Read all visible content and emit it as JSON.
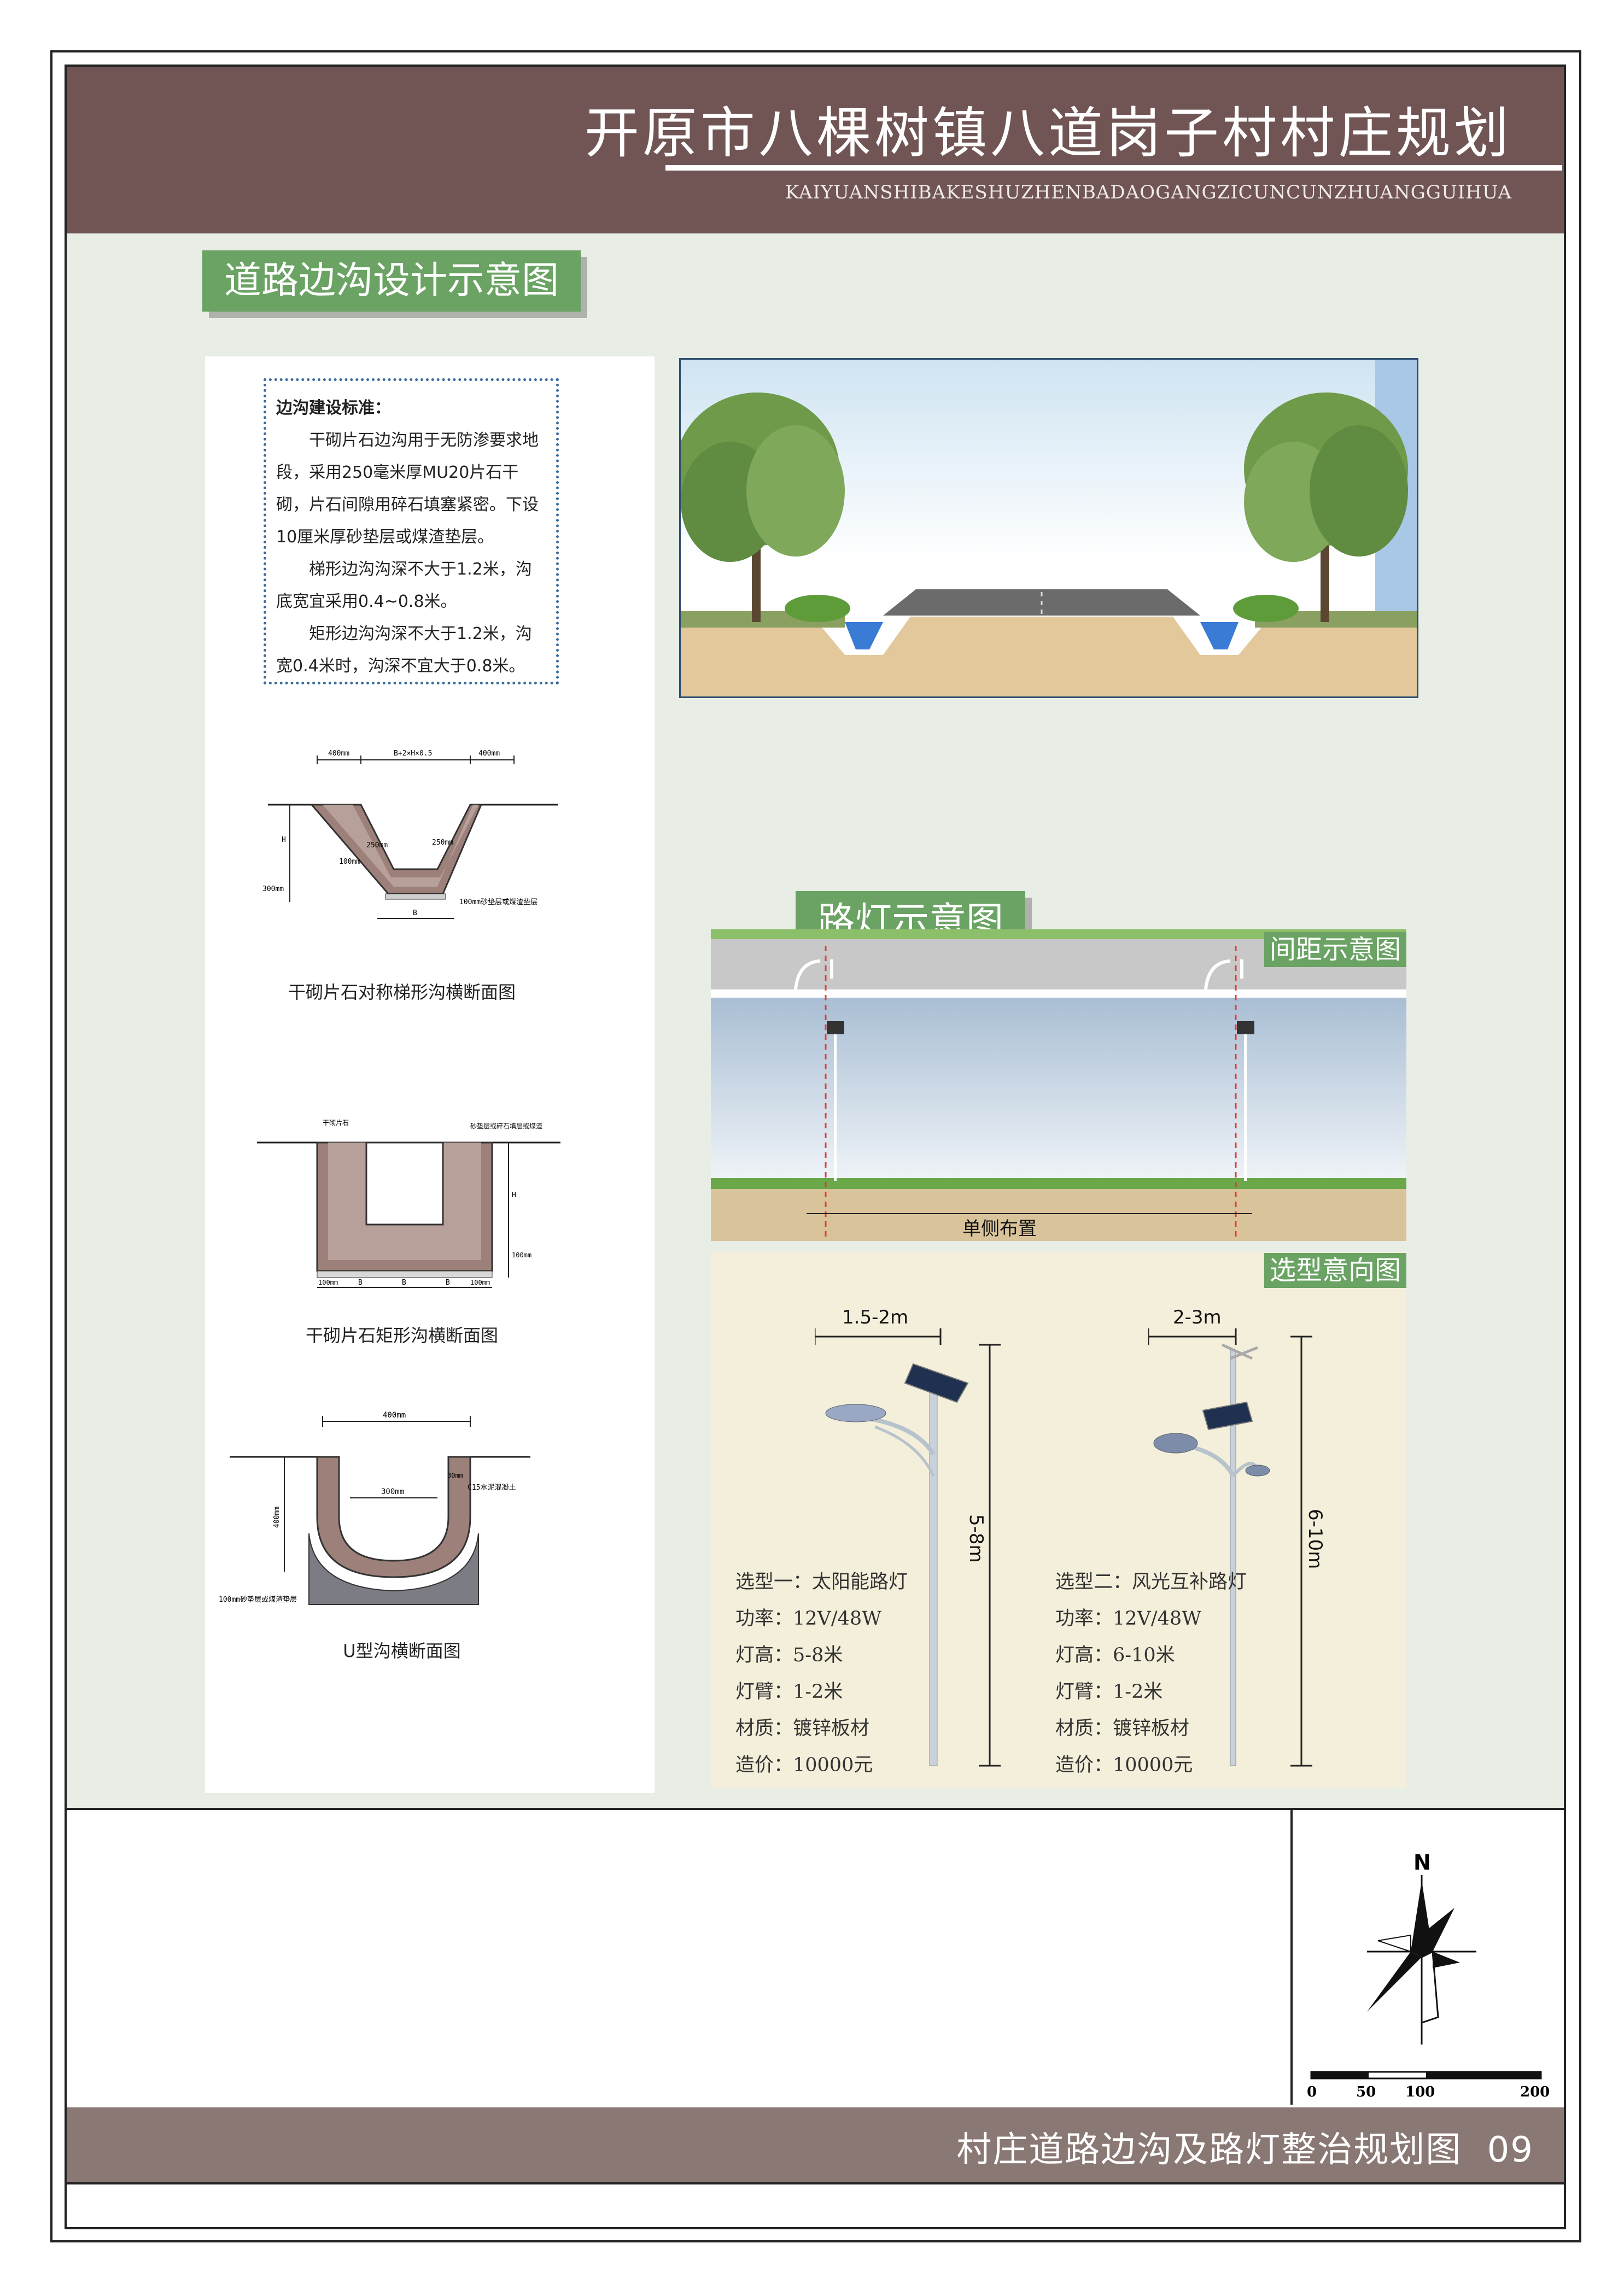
{
  "header": {
    "title": "开原市八棵树镇八道岗子村村庄规划",
    "subtitle": "KAIYUANSHIBAKESHUZHENBADAOGANGZICUNCUNZHUANGGUIHUA"
  },
  "ditch_section": {
    "title": "道路边沟设计示意图",
    "standard": {
      "heading": "边沟建设标准：",
      "paragraphs": [
        "干砌片石边沟用于无防渗要求地段，采用250毫米厚MU20片石干砌，片石间隙用碎石填塞紧密。下设10厘米厚砂垫层或煤渣垫层。",
        "梯形边沟沟深不大于1.2米，沟底宽宜采用0.4~0.8米。",
        "矩形边沟沟深不大于1.2米，沟宽0.4米时，沟深不宜大于0.8米。"
      ]
    },
    "diagrams": [
      {
        "caption": "干砌片石对称梯形沟横断面图",
        "annotations": [
          "400mm",
          "B+2×H×0.5",
          "400mm",
          "250mm",
          "250mm",
          "100mm",
          "300mm",
          "H",
          "B",
          "100mm砂垫层或煤渣垫层"
        ]
      },
      {
        "caption": "干砌片石矩形沟横断面图",
        "annotations": [
          "干砌片石",
          "砂垫层或碎石填层或煤渣",
          "H",
          "100mm",
          "100mm",
          "B",
          "B",
          "B",
          "100mm"
        ]
      },
      {
        "caption": "U型沟横断面图",
        "annotations": [
          "400mm",
          "300mm",
          "30mm",
          "C15水泥混凝土",
          "400mm",
          "100mm砂垫层或煤渣垫层"
        ]
      }
    ]
  },
  "lamp_section": {
    "title": "路灯示意图",
    "spacing_tag": "间距示意图",
    "spacing_label": "单侧布置",
    "selection_tag": "选型意向图",
    "options": [
      {
        "arm_dim": "1.5-2m",
        "height_dim": "5-8m",
        "lines": [
          "选型一：太阳能路灯",
          "功率：12V/48W",
          "灯高：5-8米",
          "灯臂：1-2米",
          "材质：镀锌板材",
          "造价：10000元"
        ]
      },
      {
        "arm_dim": "2-3m",
        "height_dim": "6-10m",
        "lines": [
          "选型二：风光互补路灯",
          "功率：12V/48W",
          "灯高：6-10米",
          "灯臂：1-2米",
          "材质：镀锌板材",
          "造价：10000元"
        ]
      }
    ]
  },
  "compass": {
    "north": "N",
    "scale_labels": [
      "0",
      "50",
      "100",
      "200"
    ]
  },
  "footer": {
    "title": "村庄道路边沟及路灯整治规划图",
    "page_number": "09"
  }
}
